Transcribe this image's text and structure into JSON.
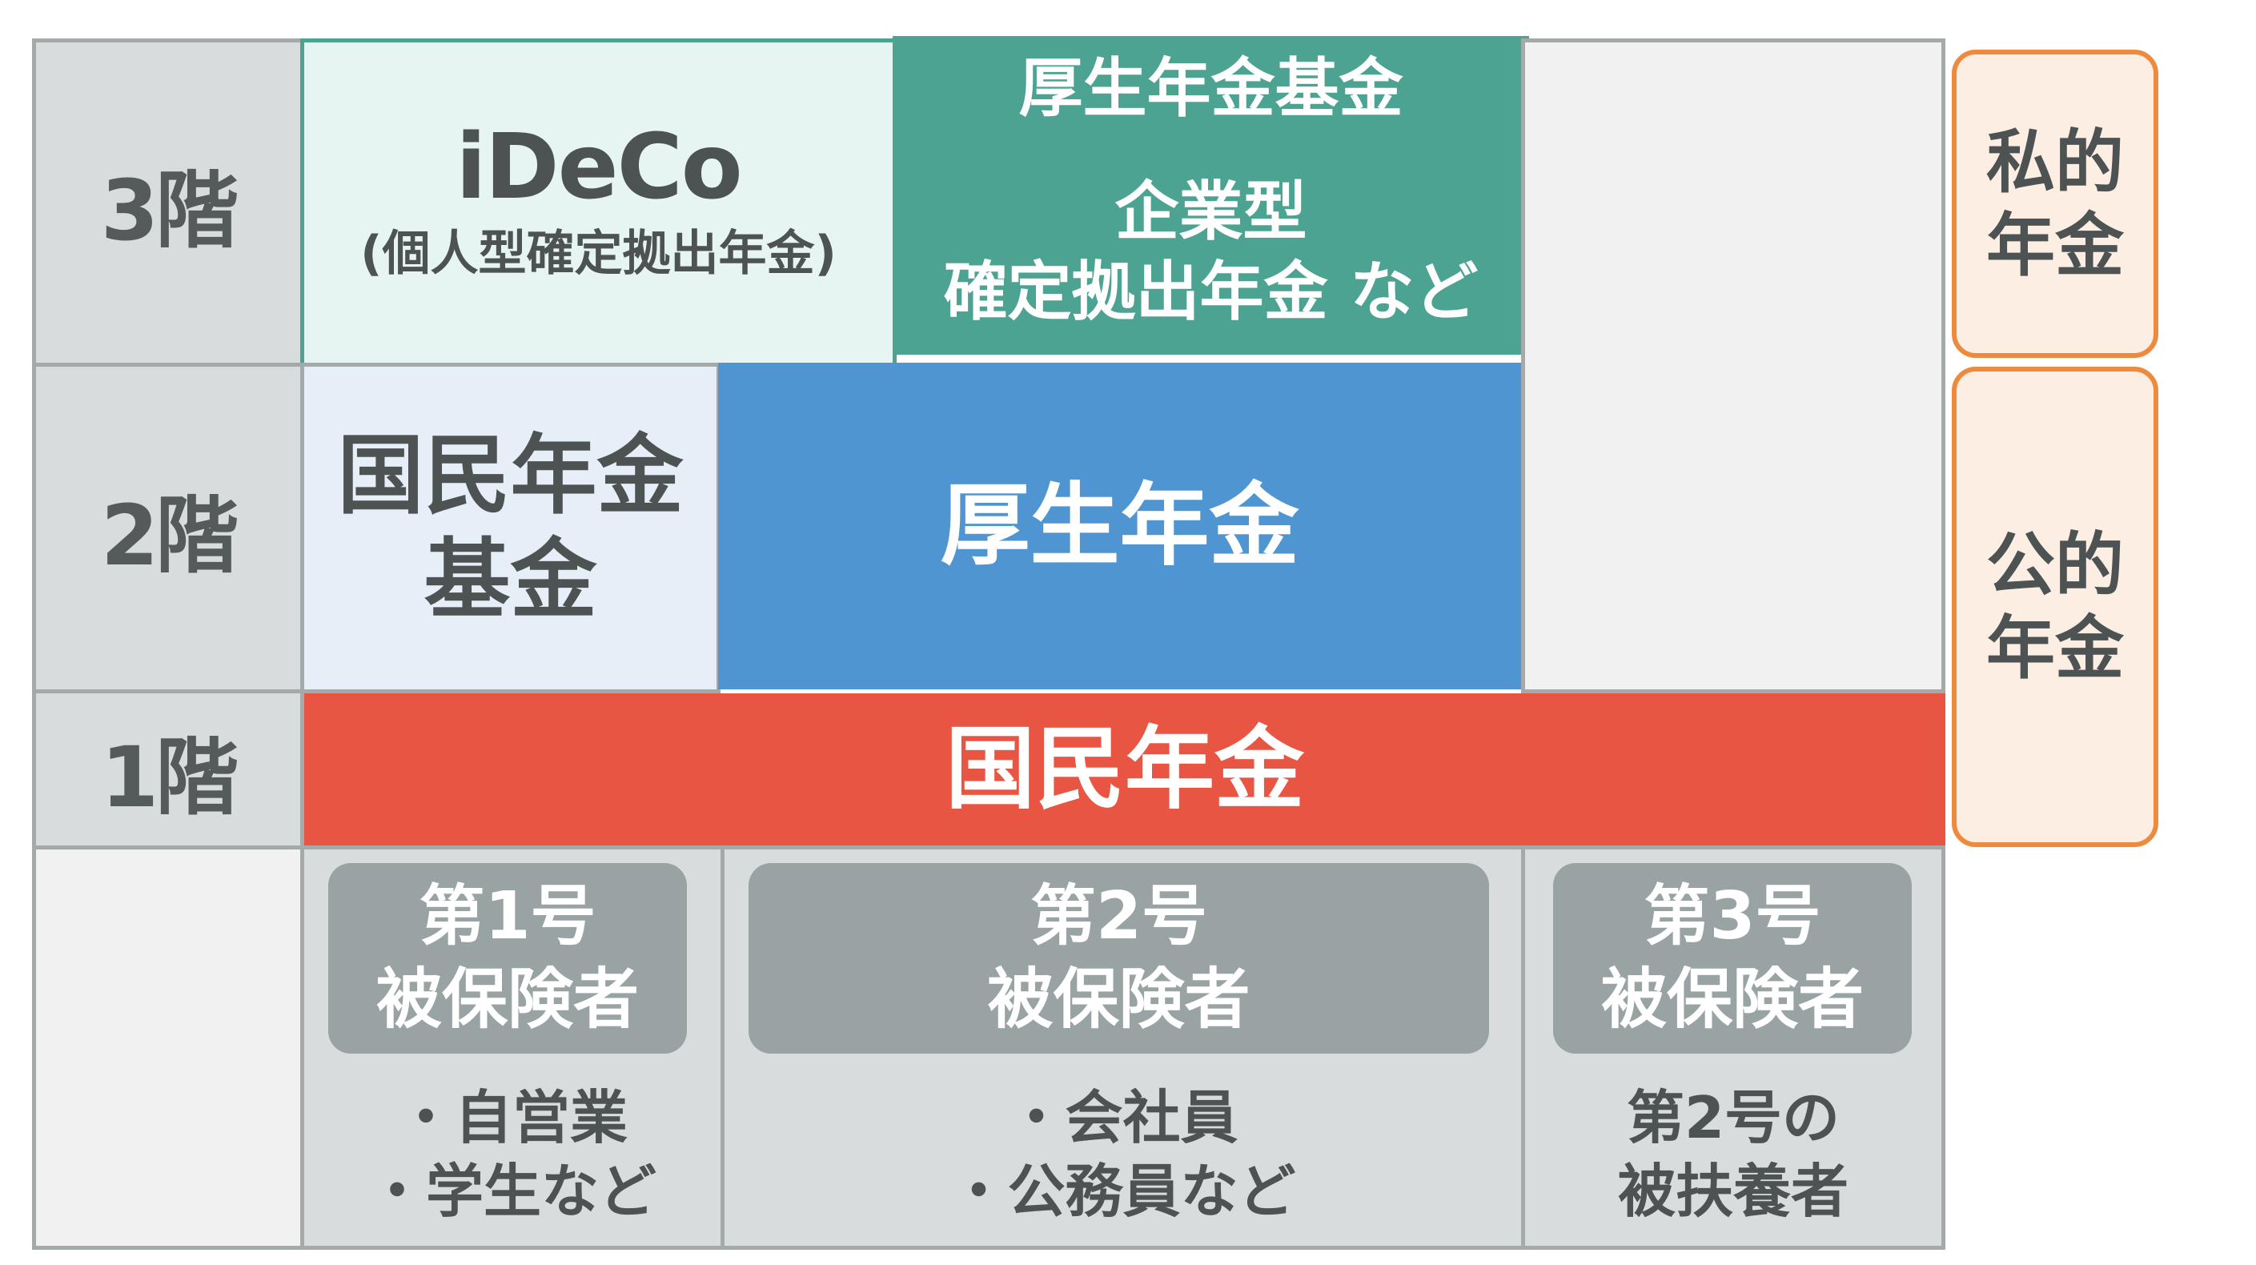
{
  "floors": {
    "third": "3階",
    "second": "2階",
    "first": "1階"
  },
  "third_floor": {
    "ideco_title": "iDeCo",
    "ideco_subtitle": "(個人型確定拠出年金)",
    "kousei_kikin": "厚生年金基金",
    "corporate_line1": "企業型",
    "corporate_line2": "確定拠出年金 など"
  },
  "second_floor": {
    "kokumin_kikin_line1": "国民年金",
    "kokumin_kikin_line2": "基金",
    "kousei_nenkin": "厚生年金"
  },
  "first_floor": {
    "kokumin_nenkin": "国民年金"
  },
  "insured": [
    {
      "line1": "第1号",
      "line2": "被保険者",
      "note1": "・自営業",
      "note2": "・学生など"
    },
    {
      "line1": "第2号",
      "line2": "被保険者",
      "note1": "・会社員",
      "note2": "・公務員など"
    },
    {
      "line1": "第3号",
      "line2": "被保険者",
      "note1": "第2号の",
      "note2": "被扶養者"
    }
  ],
  "side_labels": {
    "private_line1": "私的",
    "private_line2": "年金",
    "public_line1": "公的",
    "public_line2": "年金"
  },
  "colors": {
    "teal": "#4da391",
    "teal_light": "#e7f5f2",
    "blue": "#4f95d1",
    "blue_light": "#e6eef8",
    "red": "#e85643",
    "orange": "#ee8a3d",
    "grey_cell": "#d9dcdc",
    "pill_grey": "#99a3a3"
  }
}
